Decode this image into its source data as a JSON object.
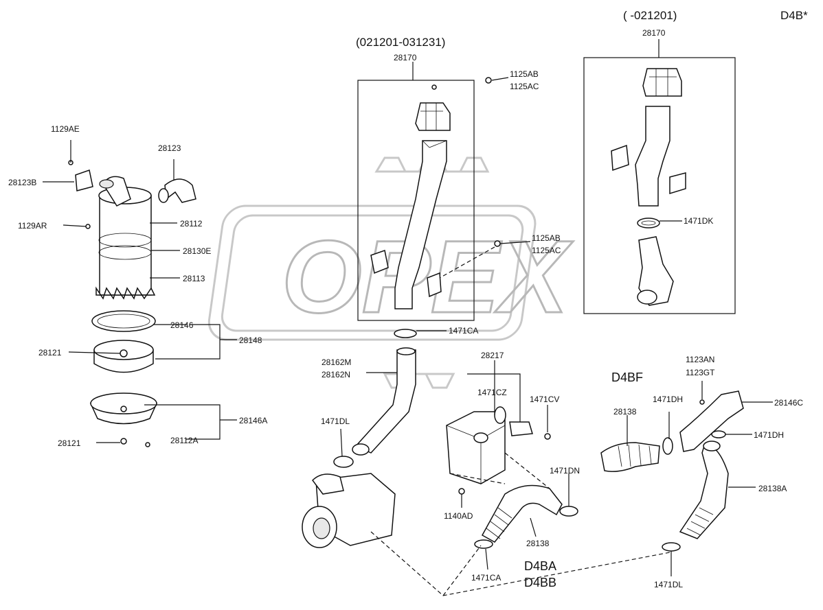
{
  "headers": {
    "variant_a": "(021201-031231)",
    "variant_b": "( -021201)",
    "corner": "D4B*"
  },
  "engine_labels": {
    "d4bf": "D4BF",
    "d4ba": "D4BA",
    "d4bb": "D4BB"
  },
  "watermark": "OPEX",
  "parts": [
    {
      "id": "p28170a",
      "text": "28170"
    },
    {
      "id": "p28170b",
      "text": "28170"
    },
    {
      "id": "p1125ab_top",
      "text": "1125AB"
    },
    {
      "id": "p1125ac_top",
      "text": "1125AC"
    },
    {
      "id": "p1125ab_mid",
      "text": "1125AB"
    },
    {
      "id": "p1125ac_mid",
      "text": "1125AC"
    },
    {
      "id": "p1471dk",
      "text": "1471DK"
    },
    {
      "id": "p1129ae",
      "text": "1129AE"
    },
    {
      "id": "p28123",
      "text": "28123"
    },
    {
      "id": "p28123b",
      "text": "28123B"
    },
    {
      "id": "p1129ar",
      "text": "1129AR"
    },
    {
      "id": "p28112",
      "text": "28112"
    },
    {
      "id": "p28130e",
      "text": "28130E"
    },
    {
      "id": "p28113",
      "text": "28113"
    },
    {
      "id": "p28146",
      "text": "28146"
    },
    {
      "id": "p28148",
      "text": "28148"
    },
    {
      "id": "p28121a",
      "text": "28121"
    },
    {
      "id": "p28146a",
      "text": "28146A"
    },
    {
      "id": "p28121b",
      "text": "28121"
    },
    {
      "id": "p28112a",
      "text": "28112A"
    },
    {
      "id": "p1471ca_top",
      "text": "1471CA"
    },
    {
      "id": "p28162m",
      "text": "28162M"
    },
    {
      "id": "p28162n",
      "text": "28162N"
    },
    {
      "id": "p28217",
      "text": "28217"
    },
    {
      "id": "p1471cz",
      "text": "1471CZ"
    },
    {
      "id": "p1471cv",
      "text": "1471CV"
    },
    {
      "id": "p1471dl_left",
      "text": "1471DL"
    },
    {
      "id": "p1140ad",
      "text": "1140AD"
    },
    {
      "id": "p1471dn",
      "text": "1471DN"
    },
    {
      "id": "p28138_mid",
      "text": "28138"
    },
    {
      "id": "p1471ca_bot",
      "text": "1471CA"
    },
    {
      "id": "p1123an",
      "text": "1123AN"
    },
    {
      "id": "p1123gt",
      "text": "1123GT"
    },
    {
      "id": "p28146c",
      "text": "28146C"
    },
    {
      "id": "p1471dh_a",
      "text": "1471DH"
    },
    {
      "id": "p28138_right",
      "text": "28138"
    },
    {
      "id": "p1471dh_b",
      "text": "1471DH"
    },
    {
      "id": "p28138a",
      "text": "28138A"
    },
    {
      "id": "p1471dl_bot",
      "text": "1471DL"
    }
  ]
}
